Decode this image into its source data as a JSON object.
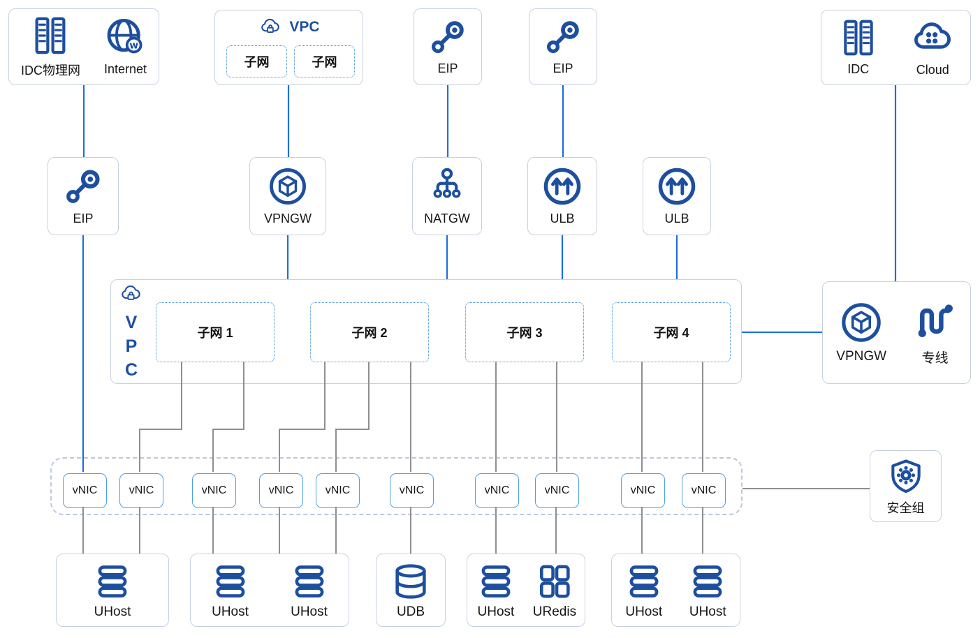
{
  "colors": {
    "icon_blue": "#1d4f9f",
    "wire_blue": "#1f6fe0",
    "wire_gray": "#8f8f8f",
    "box_border": "#c7d1e4",
    "subnet_dotted_border": "#3e8ede",
    "vnic_border": "#4da0e4"
  },
  "nodes": {
    "idc_internet_group": {
      "items": [
        {
          "icon": "server-rack",
          "label": "IDC物理网"
        },
        {
          "icon": "internet-globe",
          "label": "Internet"
        }
      ]
    },
    "vpc_top_group": {
      "title": "VPC",
      "subnets": [
        {
          "label": "子网"
        },
        {
          "label": "子网"
        }
      ]
    },
    "eip_top_1": {
      "label": "EIP"
    },
    "eip_top_2": {
      "label": "EIP"
    },
    "idc_cloud_group": {
      "items": [
        {
          "icon": "server-rack",
          "label": "IDC"
        },
        {
          "icon": "cloud",
          "label": "Cloud"
        }
      ]
    },
    "eip_mid": {
      "label": "EIP"
    },
    "vpngw_mid": {
      "label": "VPNGW"
    },
    "natgw": {
      "label": "NATGW"
    },
    "ulb_1": {
      "label": "ULB"
    },
    "ulb_2": {
      "label": "ULB"
    },
    "vpc_main": {
      "title": "VPC",
      "subnets": [
        {
          "label": "子网 1"
        },
        {
          "label": "子网 2"
        },
        {
          "label": "子网 3"
        },
        {
          "label": "子网 4"
        }
      ]
    },
    "vpngw_line_group": {
      "items": [
        {
          "icon": "vpn-gateway",
          "label": "VPNGW"
        },
        {
          "icon": "dedicated-line",
          "label": "专线"
        }
      ]
    },
    "vnic_row": {
      "items": [
        "vNIC",
        "vNIC",
        "vNIC",
        "vNIC",
        "vNIC",
        "vNIC",
        "vNIC",
        "vNIC",
        "vNIC",
        "vNIC"
      ]
    },
    "security_group": {
      "label": "安全组"
    },
    "host_groups": [
      {
        "items": [
          {
            "icon": "uhost",
            "label": "UHost"
          }
        ]
      },
      {
        "items": [
          {
            "icon": "uhost",
            "label": "UHost"
          },
          {
            "icon": "uhost",
            "label": "UHost"
          }
        ]
      },
      {
        "items": [
          {
            "icon": "udb",
            "label": "UDB"
          }
        ]
      },
      {
        "items": [
          {
            "icon": "uhost",
            "label": "UHost"
          },
          {
            "icon": "uredis",
            "label": "URedis"
          }
        ]
      },
      {
        "items": [
          {
            "icon": "uhost",
            "label": "UHost"
          },
          {
            "icon": "uhost",
            "label": "UHost"
          }
        ]
      }
    ]
  }
}
